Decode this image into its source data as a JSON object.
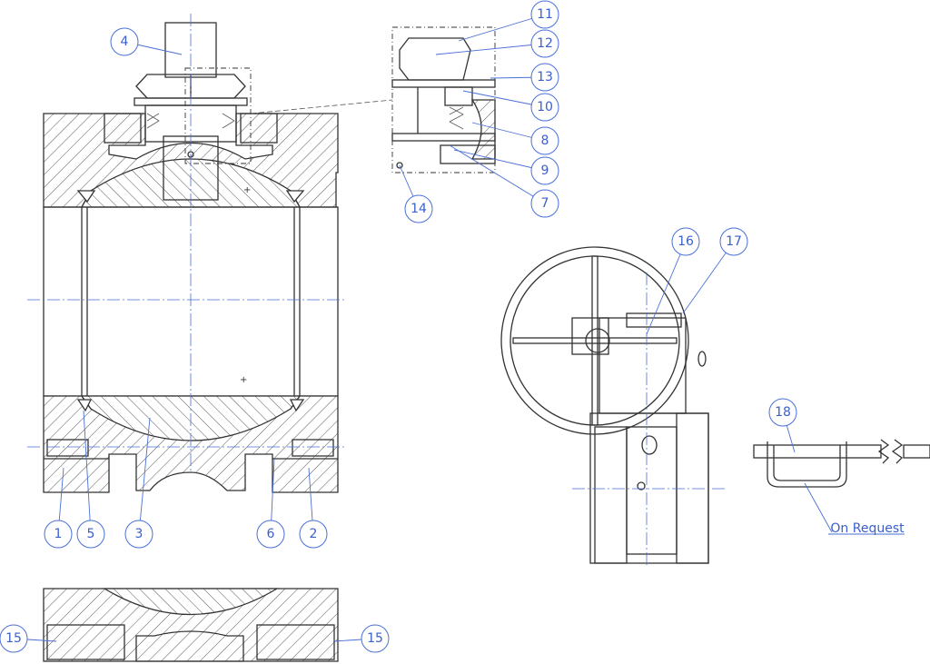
{
  "title": "Ball valve sectional drawing with parts callouts",
  "callouts": {
    "c4": "4",
    "c11": "11",
    "c12": "12",
    "c13": "13",
    "c10": "10",
    "c8": "8",
    "c9": "9",
    "c7": "7",
    "c14": "14",
    "c16": "16",
    "c17": "17",
    "c18": "18",
    "c1": "1",
    "c5": "5",
    "c3": "3",
    "c6": "6",
    "c2": "2",
    "c15a": "15",
    "c15b": "15"
  },
  "on_request": "On Request",
  "colors": {
    "callout": "#3a5fcd",
    "outline": "#333333",
    "centerline": "#4a6fd6"
  }
}
